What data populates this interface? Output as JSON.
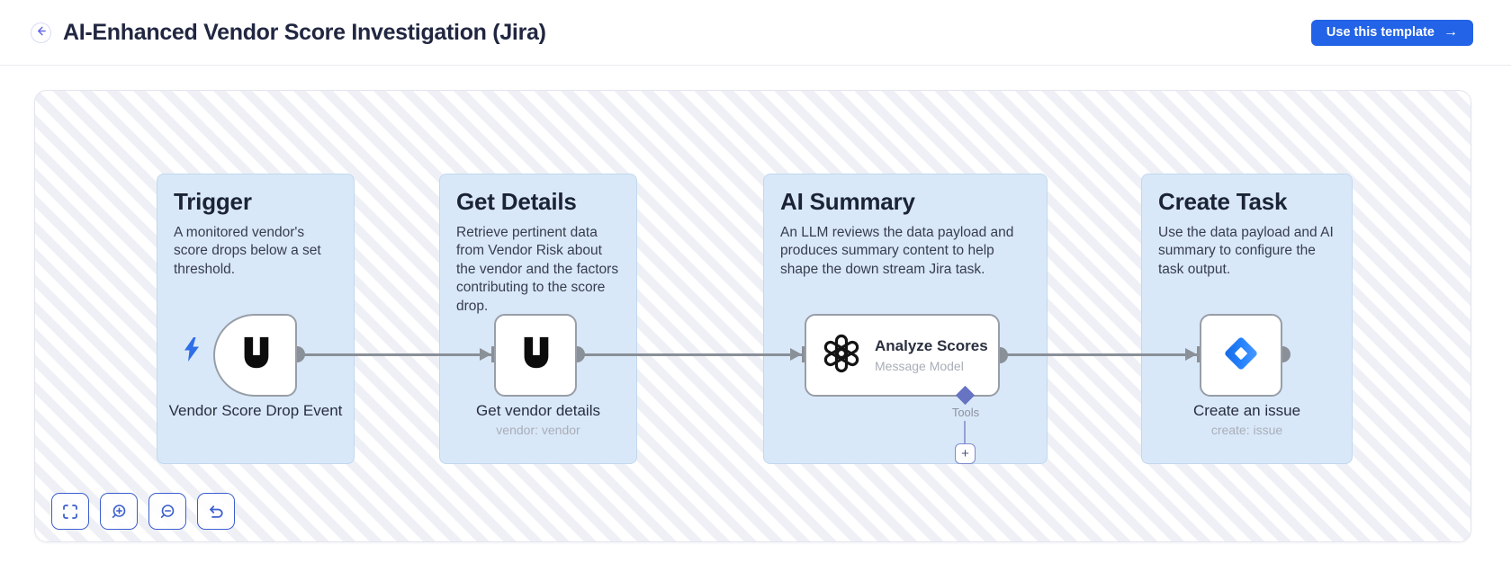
{
  "header": {
    "title": "AI-Enhanced Vendor Score Investigation (Jira)",
    "back_icon": "arrow-left",
    "template_button": {
      "label": "Use this template",
      "arrow": "→"
    }
  },
  "canvas": {
    "stages": [
      {
        "title": "Trigger",
        "description": "A monitored vendor's score drops below a set threshold.",
        "node_label": "Vendor Score Drop Event",
        "node_logo": "upguard-logo",
        "trigger_icon": "lightning-bolt"
      },
      {
        "title": "Get Details",
        "description": "Retrieve pertinent data from Vendor Risk about the vendor and the factors contributing to the score drop.",
        "node_label": "Get vendor details",
        "node_sublabel": "vendor: vendor",
        "node_logo": "upguard-logo"
      },
      {
        "title": "AI Summary",
        "description": "An LLM reviews the data payload and produces summary content to help shape the down stream Jira task.",
        "node_title": "Analyze Scores",
        "node_subtitle": "Message Model",
        "node_logo": "openai-logo",
        "port_label": "Tools",
        "add_button": "+"
      },
      {
        "title": "Create Task",
        "description": "Use the data payload and AI summary to configure the task output.",
        "node_label": "Create an issue",
        "node_sublabel": "create: issue",
        "node_logo": "jira-logo"
      }
    ],
    "toolbar": [
      "fullscreen",
      "zoom-in",
      "zoom-out",
      "undo"
    ],
    "colors": {
      "accent_blue": "#2263e7",
      "panel_blue": "#d9e8f8",
      "connector_gray": "#8a9098",
      "tools_indigo": "#6773c3",
      "toolbar_blue": "#3c5ece",
      "bolt_blue": "#2e6ee8",
      "jira_blue": "#2684FF"
    }
  }
}
